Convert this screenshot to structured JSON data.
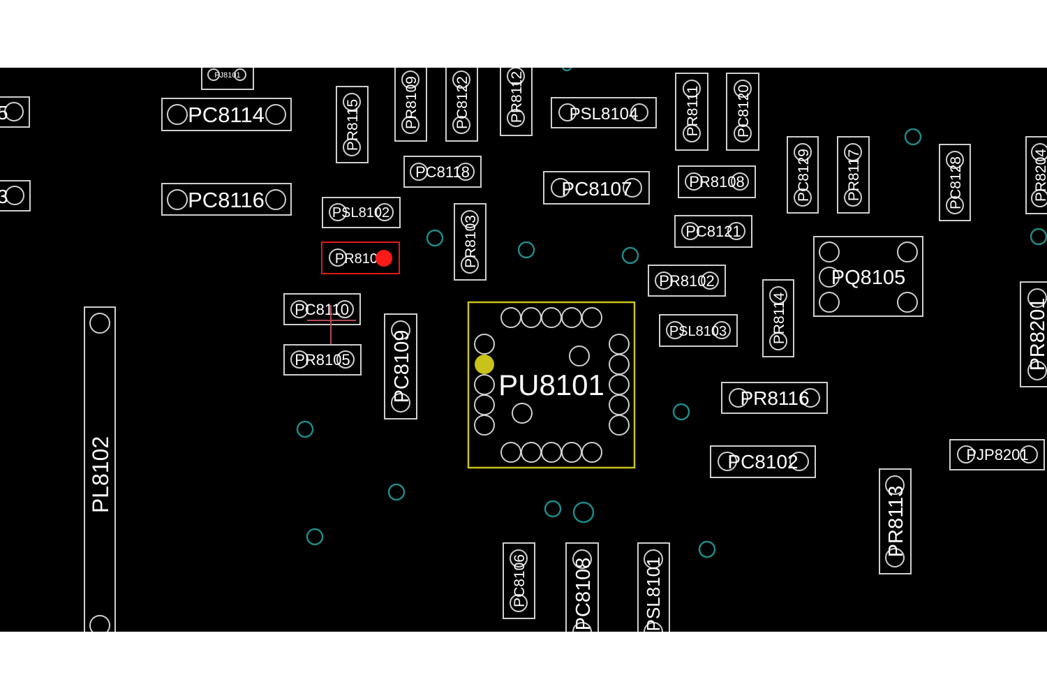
{
  "board": {
    "background": "#000000",
    "outline_color": "#cfcfcf",
    "via_color": "#1f8a88",
    "ic_highlight_color": "#c9c21a",
    "selection_color": "#e11a1a",
    "marker_color": "#ff1a1a",
    "pin1_marker_color": "#c9c21a"
  },
  "labels": {
    "PU8101": "PU8101",
    "PL8102": "PL8102",
    "PC8114": "PC8114",
    "PC8116": "PC8116",
    "PJ8101": "PJ8101",
    "PR8115": "PR8115",
    "PR8109": "PR8109",
    "PC8122": "PC8122",
    "PR8112": "PR8112",
    "PSL8104": "PSL8104",
    "PR8111": "PR8111",
    "PC8120": "PC8120",
    "PC8118": "PC8118",
    "PC8107": "PC8107",
    "PR8108": "PR8108",
    "PC8129": "PC8129",
    "PR8117": "PR8117",
    "PC8128": "PC8128",
    "PR8204": "PR8204",
    "PSL8102": "PSL8102",
    "PR8103": "PR8103",
    "PC8121": "PC8121",
    "PR8104": "PR8104",
    "PR8102": "PR8102",
    "PQ8105": "PQ8105",
    "PC8110": "PC8110",
    "PR8105": "PR8105",
    "PC8109": "PC8109",
    "PSL8103": "PSL8103",
    "PR8114": "PR8114",
    "PR8201": "PR8201",
    "PR8116": "PR8116",
    "PC8102": "PC8102",
    "PJP8201": "PJP8201",
    "PR8113": "PR8113",
    "PC8106": "PC8106",
    "PC8108": "PC8108",
    "PSL8101": "PSL8101",
    "edge_left_1": "5",
    "edge_left_2": "3"
  }
}
